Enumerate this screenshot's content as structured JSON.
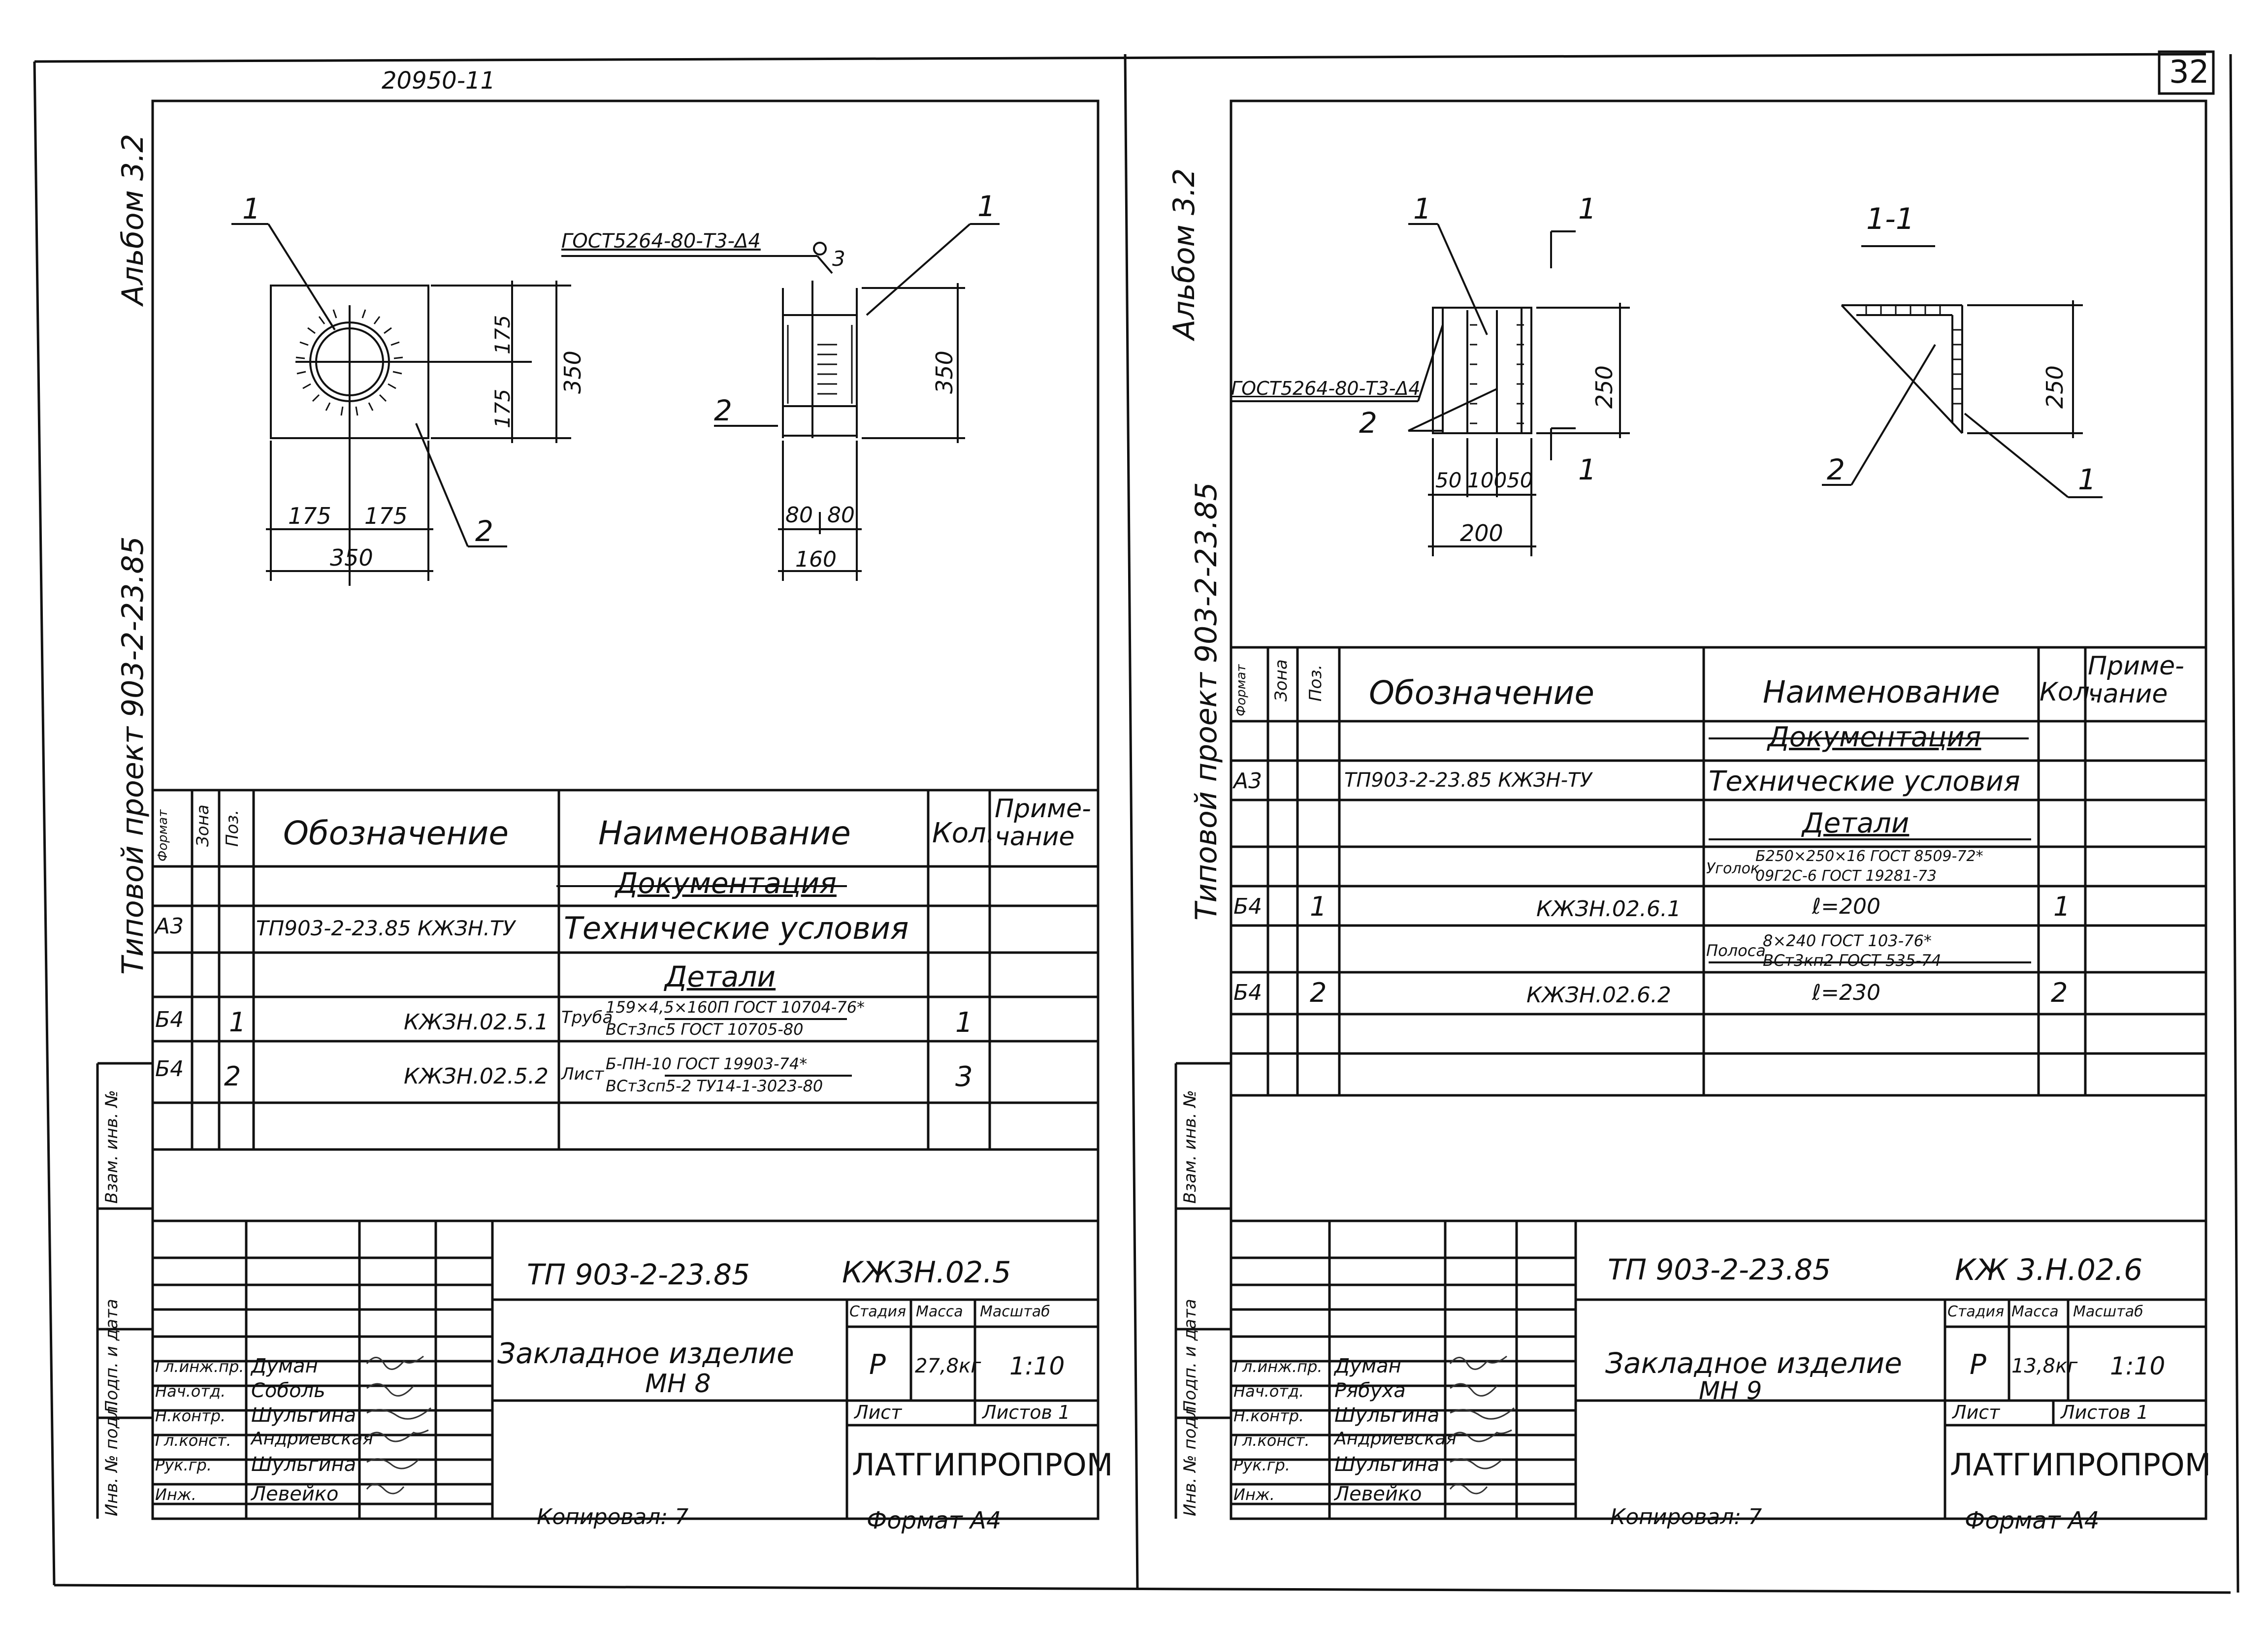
{
  "page_number": "32",
  "project_code": "20950-11",
  "sheets": [
    {
      "album": "Альбом 3.2",
      "project": "Типовой проект 903-2-23.85",
      "copied_by": "Копировал: 7",
      "format": "Формат А4",
      "drawing": {
        "callouts": [
          "1",
          "1",
          "2",
          "2",
          "3"
        ],
        "weld_note": "ГОСТ5264-80-Т3-Δ4",
        "dims": [
          "175",
          "175",
          "350",
          "175",
          "175",
          "350",
          "350",
          "80",
          "80",
          "160"
        ]
      },
      "spec": {
        "headers": {
          "format": "Формат",
          "zone": "Зона",
          "pos": "Поз.",
          "designation": "Обозначение",
          "name": "Наименование",
          "qty": "Кол.",
          "note": "Приме-чание"
        },
        "section_docs": "Документация",
        "section_parts": "Детали",
        "rows": [
          {
            "format": "А3",
            "pos": "",
            "designation": "ТП903-2-23.85  КЖЗН.ТУ",
            "name": "Технические условия",
            "qty": ""
          },
          {
            "format": "Б4",
            "pos": "1",
            "designation": "КЖЗН.02.5.1",
            "name_prefix": "Труба",
            "name_top": "159×4,5×160П ГОСТ 10704-76*",
            "name_bottom": "ВСт3пс5 ГОСТ 10705-80",
            "qty": "1"
          },
          {
            "format": "Б4",
            "pos": "2",
            "designation": "КЖЗН.02.5.2",
            "name_prefix": "Лист",
            "name_top": "Б-ПН-10 ГОСТ 19903-74*",
            "name_bottom": "ВСт3сп5-2 ТУ14-1-3023-80",
            "qty": "3"
          }
        ]
      },
      "side_stamp": [
        "Инв. № подл.",
        "Подп. и дата",
        "Взам. инв. №"
      ],
      "title_block": {
        "doc_number": "ТП 903-2-23.85",
        "code": "КЖЗН.02.5",
        "title": "Закладное изделие",
        "subtitle": "МН 8",
        "stage_label": "Стадия",
        "mass_label": "Масса",
        "scale_label": "Масштаб",
        "stage": "Р",
        "mass": "27,8кг",
        "scale": "1:10",
        "sheet_label": "Лист",
        "sheets_label": "Листов 1",
        "org": "ЛАТГИПРОПРОМ",
        "people": [
          {
            "role": "Гл.инж.пр.",
            "name": "Думан"
          },
          {
            "role": "Нач.отд.",
            "name": "Соболь"
          },
          {
            "role": "Н.контр.",
            "name": "Шульгина"
          },
          {
            "role": "Гл.конст.",
            "name": "Андриевская"
          },
          {
            "role": "Рук.гр.",
            "name": "Шульгина"
          },
          {
            "role": "Инж.",
            "name": "Левейко"
          }
        ]
      }
    },
    {
      "album": "Альбом 3.2",
      "project": "Типовой проект 903-2-23.85",
      "copied_by": "Копировал: 7",
      "format": "Формат А4",
      "drawing": {
        "callouts": [
          "1",
          "2",
          "1",
          "1",
          "2",
          "1"
        ],
        "section_mark": "1-1",
        "weld_note": "ГОСТ5264-80-Т3-Δ4",
        "dims": [
          "250",
          "50",
          "100",
          "50",
          "200",
          "250"
        ]
      },
      "spec": {
        "headers": {
          "format": "Формат",
          "zone": "Зона",
          "pos": "Поз.",
          "designation": "Обозначение",
          "name": "Наименование",
          "qty": "Кол.",
          "note": "Приме-чание"
        },
        "section_docs": "Документация",
        "section_parts": "Детали",
        "rows": [
          {
            "format": "А3",
            "pos": "",
            "designation": "ТП903-2-23.85  КЖЗН-ТУ",
            "name": "Технические условия",
            "qty": ""
          },
          {
            "format": "",
            "pos": "",
            "designation": "",
            "name_prefix": "Уголок",
            "name_top": "Б250×250×16 ГОСТ 8509-72*",
            "name_bottom": "09Г2С-6 ГОСТ 19281-73",
            "qty": ""
          },
          {
            "format": "Б4",
            "pos": "1",
            "designation": "КЖЗН.02.6.1",
            "name": "ℓ=200",
            "qty": "1"
          },
          {
            "format": "",
            "pos": "",
            "designation": "",
            "name_prefix": "Полоса",
            "name_top": "8×240 ГОСТ 103-76*",
            "name_bottom": "ВСт3кп2 ГОСТ 535-74",
            "qty": ""
          },
          {
            "format": "Б4",
            "pos": "2",
            "designation": "КЖЗН.02.6.2",
            "name": "ℓ=230",
            "qty": "2"
          }
        ]
      },
      "side_stamp": [
        "Инв. № подл.",
        "Подп. и дата",
        "Взам. инв. №"
      ],
      "title_block": {
        "doc_number": "ТП 903-2-23.85",
        "code": "КЖ 3.Н.02.6",
        "title": "Закладное изделие",
        "subtitle": "МН 9",
        "stage_label": "Стадия",
        "mass_label": "Масса",
        "scale_label": "Масштаб",
        "stage": "Р",
        "mass": "13,8кг",
        "scale": "1:10",
        "sheet_label": "Лист",
        "sheets_label": "Листов 1",
        "org": "ЛАТГИПРОПРОМ",
        "people": [
          {
            "role": "Гл.инж.пр.",
            "name": "Думан"
          },
          {
            "role": "Нач.отд.",
            "name": "Рябуха"
          },
          {
            "role": "Н.контр.",
            "name": "Шульгина"
          },
          {
            "role": "Гл.конст.",
            "name": "Андриевская"
          },
          {
            "role": "Рук.гр.",
            "name": "Шульгина"
          },
          {
            "role": "Инж.",
            "name": "Левейко"
          }
        ]
      }
    }
  ]
}
